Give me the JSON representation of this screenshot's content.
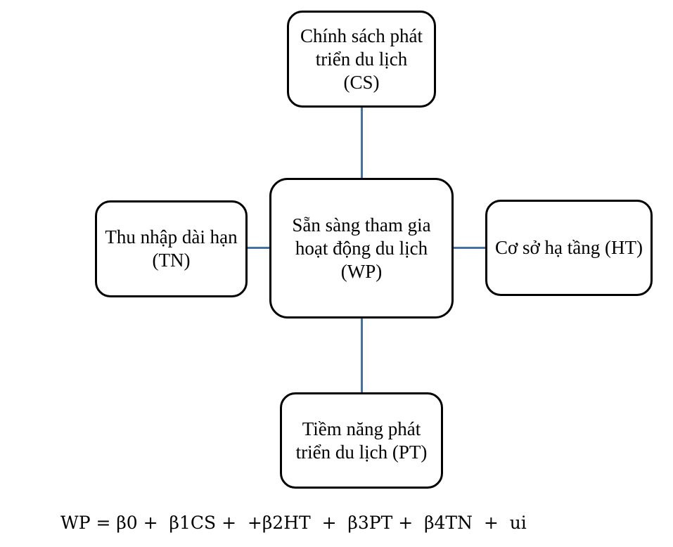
{
  "nodes": {
    "policy": {
      "label": "Chính sách phát triển du lịch (CS)"
    },
    "willingness": {
      "label": "Sẵn sàng tham gia hoạt động du lịch (WP)"
    },
    "income": {
      "label": "Thu nhập dài hạn (TN)"
    },
    "infrastructure": {
      "label": "Cơ sở hạ tầng (HT)"
    },
    "potential": {
      "label": "Tiềm năng phát triển du lịch (PT)"
    }
  },
  "equation": "WP = β0 +  β1CS +  +β2HT  +  β3PT +  β4TN  +  ui",
  "colors": {
    "connector": "#4472a8",
    "border": "#000000",
    "background": "#ffffff"
  }
}
